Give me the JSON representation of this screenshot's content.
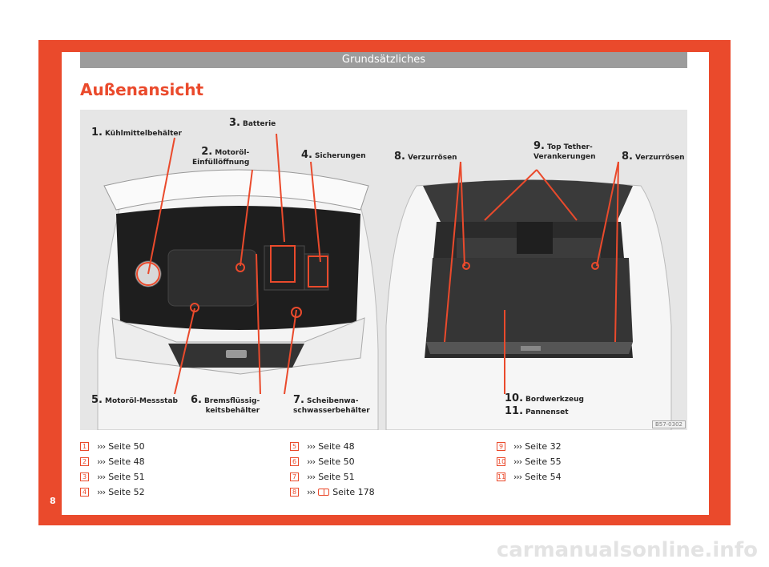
{
  "header": {
    "section": "Grundsätzliches",
    "title": "Außenansicht"
  },
  "figure": {
    "code": "B57-0302",
    "callouts": [
      {
        "num": "1.",
        "line1": "Kühlmittelbehälter",
        "line2": ""
      },
      {
        "num": "2.",
        "line1": "Motoröl-",
        "line2": "Einfüllöffnung"
      },
      {
        "num": "3.",
        "line1": "Batterie",
        "line2": ""
      },
      {
        "num": "4.",
        "line1": "Sicherungen",
        "line2": ""
      },
      {
        "num": "5.",
        "line1": "Motoröl-Messstab",
        "line2": ""
      },
      {
        "num": "6.",
        "line1": "Bremsflüssig-",
        "line2": "keitsbehälter"
      },
      {
        "num": "7.",
        "line1": "Scheibenwa-",
        "line2": "schwasserbehälter"
      },
      {
        "num": "8.",
        "line1": "Verzurrösen",
        "line2": ""
      },
      {
        "num": "9.",
        "line1": "Top Tether-",
        "line2": "Verankerungen"
      },
      {
        "num": "8.",
        "line1": "Verzurrösen",
        "line2": ""
      },
      {
        "num": "10.",
        "line1": "Bordwerkzeug",
        "line2": ""
      },
      {
        "num": "11.",
        "line1": "Pannenset",
        "line2": ""
      }
    ]
  },
  "references": {
    "arrow": "›››",
    "col1": [
      {
        "badge": "1",
        "text": "Seite 50"
      },
      {
        "badge": "2",
        "text": "Seite 48"
      },
      {
        "badge": "3",
        "text": "Seite 51"
      },
      {
        "badge": "4",
        "text": "Seite 52"
      }
    ],
    "col2": [
      {
        "badge": "5",
        "text": "Seite 48"
      },
      {
        "badge": "6",
        "text": "Seite 50"
      },
      {
        "badge": "7",
        "text": "Seite 51"
      },
      {
        "badge": "8",
        "text": "Seite 178"
      }
    ],
    "col3": [
      {
        "badge": "9",
        "text": "Seite 32"
      },
      {
        "badge": "10",
        "text": "Seite 55"
      },
      {
        "badge": "11",
        "text": "Seite 54"
      }
    ]
  },
  "footer": {
    "page_number": "8",
    "watermark": "carmanualsonline.info"
  },
  "colors": {
    "accent": "#ea4a2c",
    "header_bar": "#9c9c9c",
    "figure_bg": "#e6e6e6"
  }
}
